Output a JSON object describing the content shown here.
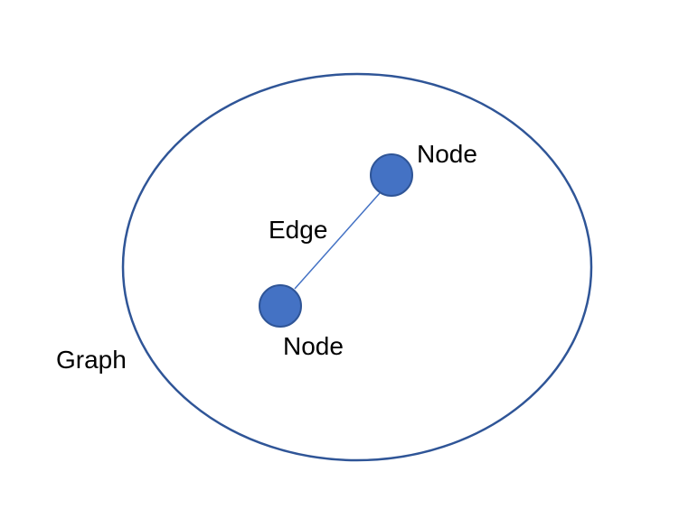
{
  "diagram": {
    "graph": {
      "label": "Graph",
      "stroke_color": "#2F5597"
    },
    "edge": {
      "label": "Edge",
      "stroke_color": "#4472C4"
    },
    "nodes": [
      {
        "label": "Node",
        "fill_color": "#4472C4",
        "stroke_color": "#2F5597"
      },
      {
        "label": "Node",
        "fill_color": "#4472C4",
        "stroke_color": "#2F5597"
      }
    ]
  }
}
